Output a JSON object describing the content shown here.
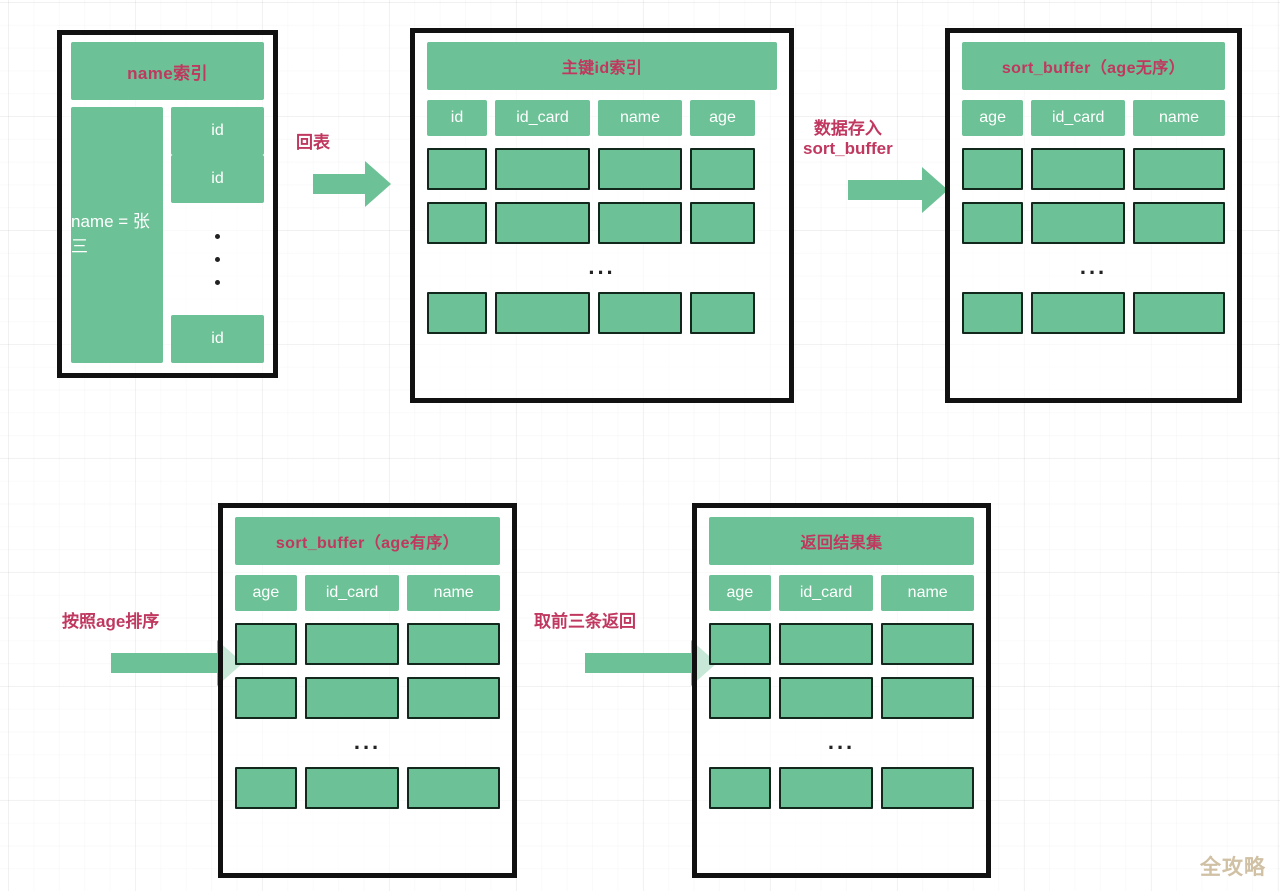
{
  "diagram": {
    "watermark": "全攻略",
    "colors": {
      "cell_green": "#6cc196",
      "title_text": "#c0385f",
      "frame_black": "#111111",
      "cell_border": "#12281d"
    },
    "ellipsis": "..."
  },
  "panels": {
    "name_index": {
      "title": "name索引",
      "key_label": "name\n=\n张三",
      "id_top": "id",
      "id_mid": "id",
      "id_bottom": "id"
    },
    "pk_index": {
      "title": "主键id索引",
      "columns": [
        "id",
        "id_card",
        "name",
        "age"
      ],
      "rows": [
        [
          "",
          "",
          "",
          ""
        ],
        [
          "",
          "",
          "",
          ""
        ],
        [
          "",
          "",
          "",
          ""
        ]
      ]
    },
    "sort_buffer_unsorted": {
      "title": "sort_buffer（age无序）",
      "columns": [
        "age",
        "id_card",
        "name"
      ],
      "rows": [
        [
          "",
          "",
          ""
        ],
        [
          "",
          "",
          ""
        ],
        [
          "",
          "",
          ""
        ]
      ]
    },
    "sort_buffer_sorted": {
      "title": "sort_buffer（age有序）",
      "columns": [
        "age",
        "id_card",
        "name"
      ],
      "rows": [
        [
          "",
          "",
          ""
        ],
        [
          "",
          "",
          ""
        ],
        [
          "",
          "",
          ""
        ]
      ]
    },
    "result_set": {
      "title": "返回结果集",
      "columns": [
        "age",
        "id_card",
        "name"
      ],
      "rows": [
        [
          "",
          "",
          ""
        ],
        [
          "",
          "",
          ""
        ],
        [
          "",
          "",
          ""
        ]
      ]
    }
  },
  "arrows": {
    "huibiao": "回表",
    "store_sort_buffer": "数据存入\nsort_buffer",
    "sort_by_age": "按照age排序",
    "take_first_three": "取前三条返回"
  }
}
